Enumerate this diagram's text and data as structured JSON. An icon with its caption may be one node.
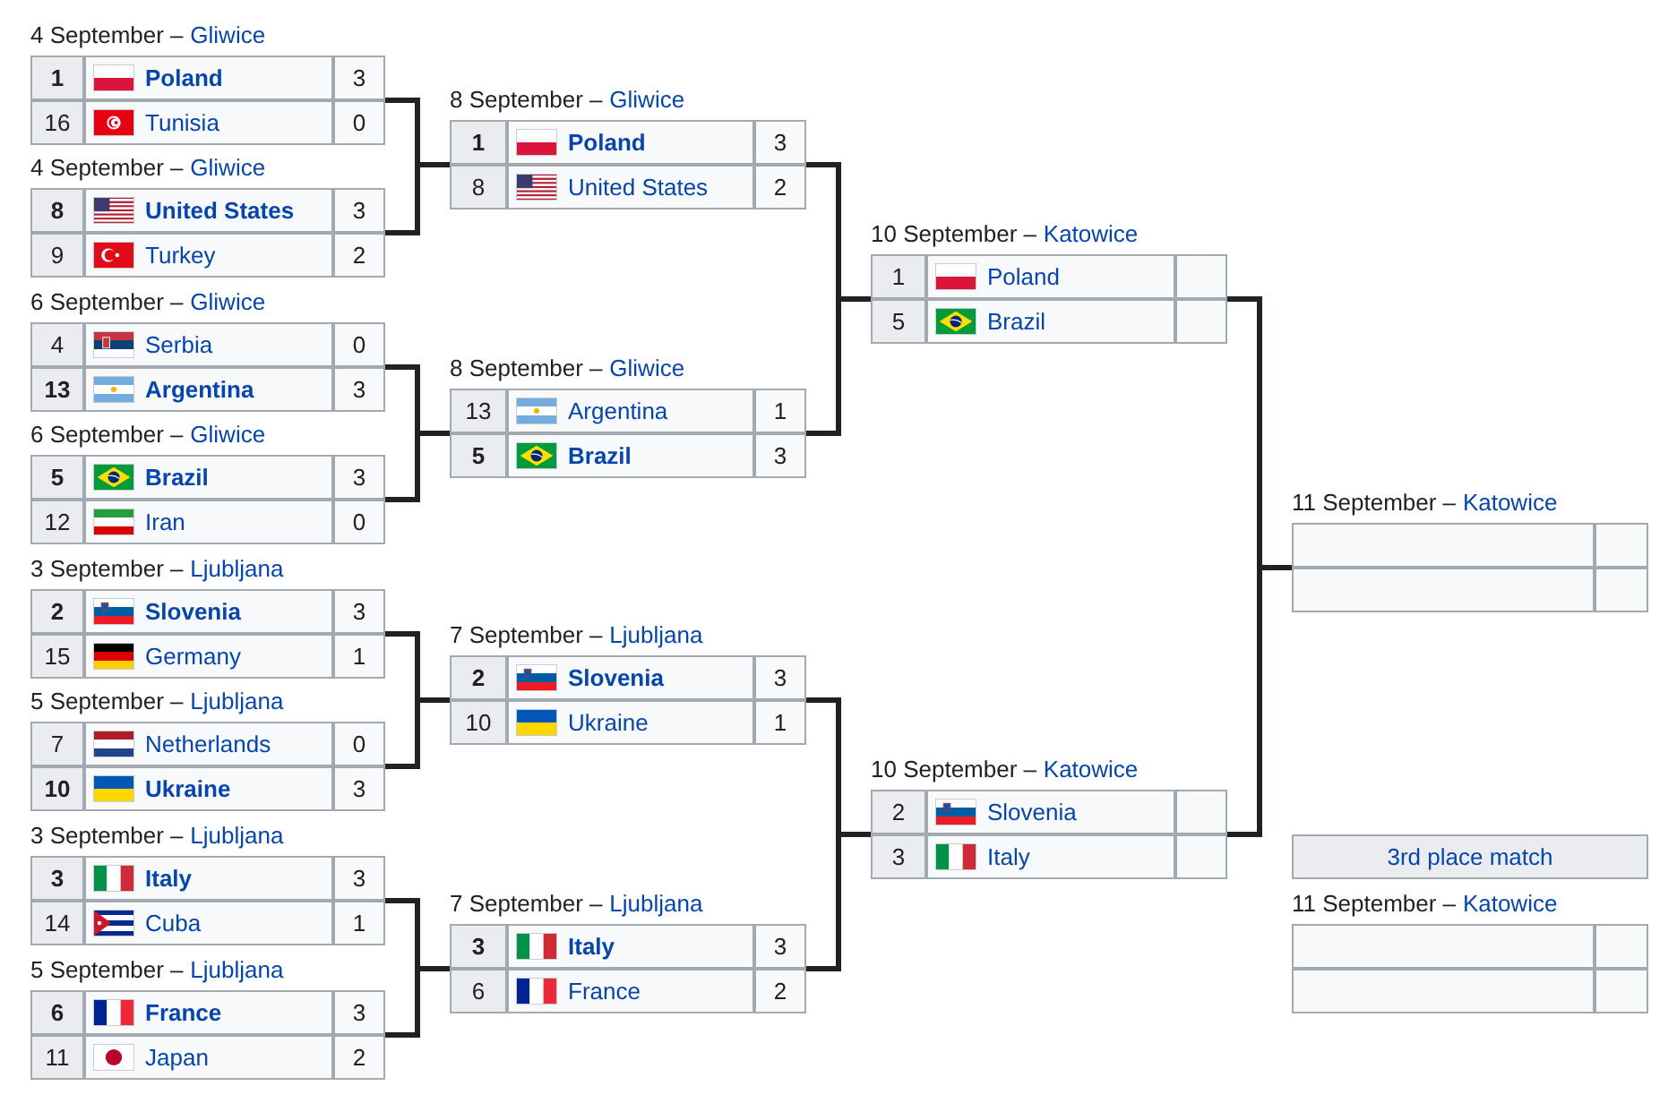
{
  "diagram": {
    "nodes": [
      {
        "text": [
          "4 September –",
          "Gliwice"
        ]
      },
      {
        "text": [
          "1",
          "Poland",
          "3"
        ],
        "in": 0
      },
      {
        "text": [
          "16",
          "Tunisia",
          "0"
        ],
        "in": 0
      },
      {
        "text": [
          "4 September –",
          "Gliwice"
        ]
      },
      {
        "text": [
          "8",
          "United States",
          "3"
        ],
        "in": 3
      },
      {
        "text": [
          "9",
          "Turkey",
          "2"
        ],
        "in": 3
      },
      {
        "text": [
          "6 September –",
          "Gliwice"
        ]
      },
      {
        "text": [
          "4",
          "Serbia",
          "0"
        ],
        "in": 6
      },
      {
        "text": [
          "13",
          "Argentina",
          "3"
        ],
        "in": 6
      },
      {
        "text": [
          "6 September –",
          "Gliwice"
        ]
      },
      {
        "text": [
          "5",
          "Brazil",
          "3"
        ],
        "in": 9
      },
      {
        "text": [
          "12",
          "Iran",
          "0"
        ],
        "in": 9
      },
      {
        "text": [
          "3 September –",
          "Ljubljana"
        ]
      },
      {
        "text": [
          "2",
          "Slovenia",
          "3"
        ],
        "in": 12
      },
      {
        "text": [
          "15",
          "Germany",
          "1"
        ],
        "in": 12
      },
      {
        "text": [
          "5 September –",
          "Ljubljana"
        ]
      },
      {
        "text": [
          "7",
          "Netherlands",
          "0"
        ],
        "in": 15
      },
      {
        "text": [
          "10",
          "Ukraine",
          "3"
        ],
        "in": 15
      },
      {
        "text": [
          "3 September –",
          "Ljubljana"
        ]
      },
      {
        "text": [
          "3",
          "Italy",
          "3"
        ],
        "in": 18
      },
      {
        "text": [
          "14",
          "Cuba",
          "1"
        ],
        "in": 18
      },
      {
        "text": [
          "5 September –",
          "Ljubljana"
        ]
      },
      {
        "text": [
          "6",
          "France",
          "3"
        ],
        "in": 21
      },
      {
        "text": [
          "11",
          "Japan",
          "2"
        ],
        "in": 21
      },
      {
        "text": [
          "8 September –",
          "Gliwice"
        ]
      },
      {
        "text": [
          "1",
          "Poland",
          "3"
        ],
        "in": 24
      },
      {
        "text": [
          "8",
          "United States",
          "2"
        ],
        "in": 24
      },
      {
        "text": [
          "8 September –",
          "Gliwice"
        ]
      },
      {
        "text": [
          "13",
          "Argentina",
          "1"
        ],
        "in": 27
      },
      {
        "text": [
          "5",
          "Brazil",
          "3"
        ],
        "in": 27
      },
      {
        "text": [
          "7 September –",
          "Ljubljana"
        ]
      },
      {
        "text": [
          "2",
          "Slovenia",
          "3"
        ],
        "in": 30
      },
      {
        "text": [
          "10",
          "Ukraine",
          "1"
        ],
        "in": 30
      },
      {
        "text": [
          "7 September –",
          "Ljubljana"
        ]
      },
      {
        "text": [
          "3",
          "Italy",
          "3"
        ],
        "in": 33
      },
      {
        "text": [
          "6",
          "France",
          "2"
        ],
        "in": 33
      },
      {
        "text": [
          "10 September –",
          "Katowice"
        ]
      },
      {
        "text": [
          "1",
          "Poland"
        ],
        "in": 36
      },
      {
        "text": [
          "5",
          "Brazil"
        ],
        "in": 36
      },
      {
        "text": [
          "10 September –",
          "Katowice"
        ]
      },
      {
        "text": [
          "2",
          "Slovenia"
        ],
        "in": 39
      },
      {
        "text": [
          "3",
          "Italy"
        ],
        "in": 39
      },
      {
        "text": [
          "11 September –",
          "Katowice"
        ]
      },
      {
        "text": [],
        "shape": "box",
        "in": 42
      },
      {
        "text": [],
        "shape": "box",
        "in": 42
      },
      {
        "text": [
          "3rd place match"
        ]
      },
      {
        "text": [
          "11 September –",
          "Katowice"
        ]
      },
      {
        "text": [],
        "shape": "box",
        "in": 46
      },
      {
        "text": [],
        "shape": "box",
        "in": 46
      }
    ],
    "edges": [
      {
        "from": 0,
        "to": 24,
        "arrow": "none"
      },
      {
        "from": 3,
        "to": 24,
        "arrow": "none"
      },
      {
        "from": 6,
        "to": 27,
        "arrow": "none"
      },
      {
        "from": 9,
        "to": 27,
        "arrow": "none"
      },
      {
        "from": 12,
        "to": 30,
        "arrow": "none"
      },
      {
        "from": 15,
        "to": 30,
        "arrow": "none"
      },
      {
        "from": 18,
        "to": 33,
        "arrow": "none"
      },
      {
        "from": 21,
        "to": 33,
        "arrow": "none"
      },
      {
        "from": 24,
        "to": 36,
        "arrow": "none"
      },
      {
        "from": 27,
        "to": 36,
        "arrow": "none"
      },
      {
        "from": 30,
        "to": 39,
        "arrow": "none"
      },
      {
        "from": 33,
        "to": 39,
        "arrow": "none"
      },
      {
        "from": 36,
        "to": 42,
        "arrow": "none"
      },
      {
        "from": 39,
        "to": 42,
        "arrow": "none"
      }
    ]
  }
}
